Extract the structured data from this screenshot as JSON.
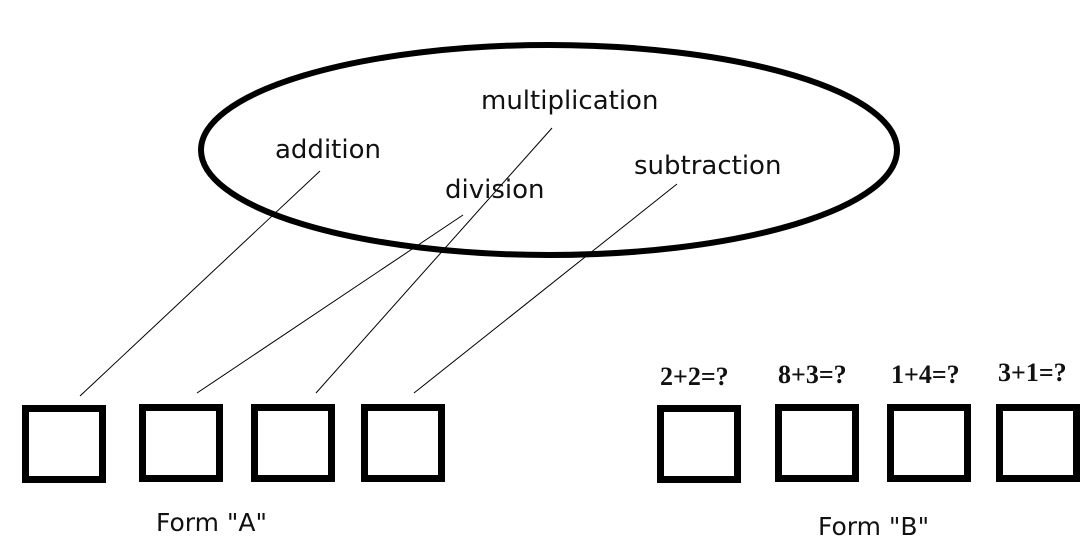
{
  "ellipse": {
    "operations": [
      {
        "id": "addition",
        "label": "addition"
      },
      {
        "id": "multiplication",
        "label": "multiplication"
      },
      {
        "id": "division",
        "label": "division"
      },
      {
        "id": "subtraction",
        "label": "subtraction"
      }
    ]
  },
  "form_a": {
    "title": "Form \"A\"",
    "box_links": [
      "addition",
      "division",
      "multiplication",
      "subtraction"
    ]
  },
  "form_b": {
    "title": "Form \"B\"",
    "questions": [
      "2+2=?",
      "8+3=?",
      "1+4=?",
      "3+1=?"
    ]
  },
  "colors": {
    "stroke": "#000000",
    "background": "#ffffff"
  }
}
